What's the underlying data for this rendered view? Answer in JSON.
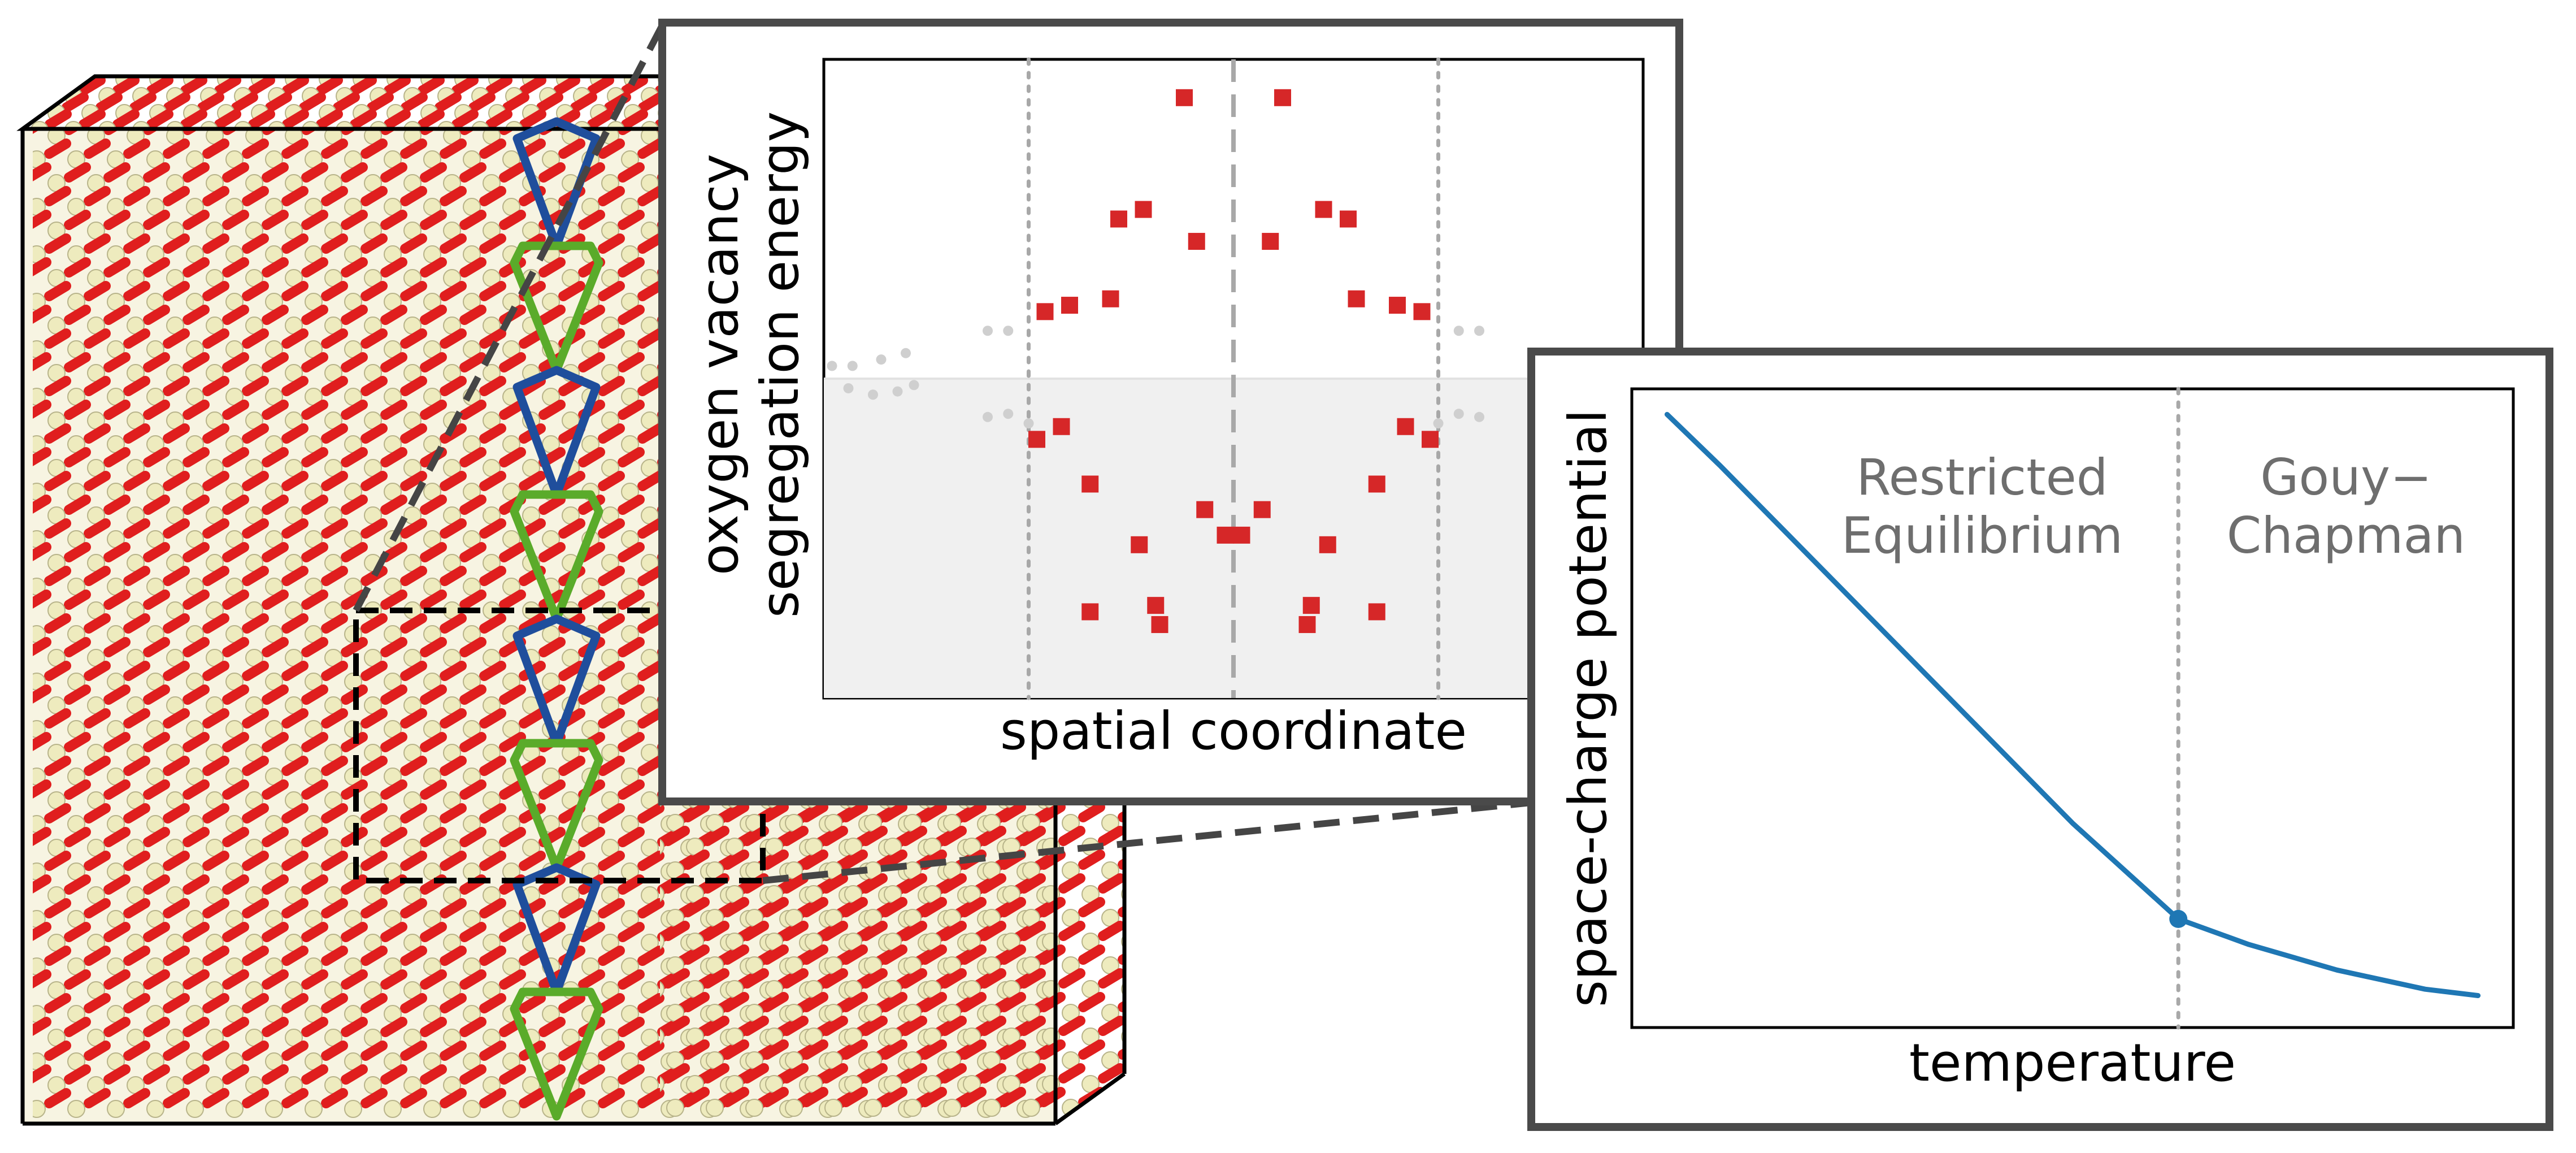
{
  "colors": {
    "oxygen": "#e01e1e",
    "cation": "#eeebbe",
    "cation_edge": "#b8b48a",
    "polyhedron_a": "#1f4e9c",
    "polyhedron_b": "#5aab2a",
    "marker": "#d62728",
    "faint_marker": "#cfcfcf",
    "line": "#1f77b4",
    "frame": "#4a4a4a",
    "region_text": "#6e6e6e",
    "shade": "#f0f0f0"
  },
  "structure": {
    "atoms": [
      "oxygen",
      "cation"
    ],
    "polyhedra": [
      "polyhedron_a",
      "polyhedron_b"
    ]
  },
  "inset_segregation": {
    "xlabel": "spatial coordinate",
    "ylabel_line1": "oxygen vacancy",
    "ylabel_line2": "segregation energy"
  },
  "inset_potential": {
    "xlabel": "temperature",
    "ylabel": "space-charge potential",
    "region_left_line1": "Restricted",
    "region_left_line2": "Equilibrium",
    "region_right_line1": "Gouy−",
    "region_right_line2": "Chapman"
  },
  "chart_data": [
    {
      "type": "scatter",
      "xlabel": "spatial coordinate",
      "ylabel": "oxygen vacancy segregation energy",
      "xlim": [
        -1.0,
        1.0
      ],
      "ylim": [
        -1.0,
        1.0
      ],
      "boundaries_dotted": [
        -0.5,
        0.5
      ],
      "centre_dashed": 0.0,
      "shaded_below": 0.0,
      "series": [
        {
          "points": [
            [
              -0.12,
              0.88
            ],
            [
              0.12,
              0.88
            ],
            [
              -0.28,
              0.5
            ],
            [
              -0.22,
              0.53
            ],
            [
              -0.09,
              0.43
            ],
            [
              0.09,
              0.43
            ],
            [
              0.22,
              0.53
            ],
            [
              0.28,
              0.5
            ],
            [
              -0.46,
              0.21
            ],
            [
              -0.4,
              0.23
            ],
            [
              -0.3,
              0.25
            ],
            [
              0.3,
              0.25
            ],
            [
              0.4,
              0.23
            ],
            [
              0.46,
              0.21
            ],
            [
              -0.48,
              -0.19
            ],
            [
              -0.42,
              -0.15
            ],
            [
              -0.35,
              -0.33
            ],
            [
              0.35,
              -0.33
            ],
            [
              0.42,
              -0.15
            ],
            [
              0.48,
              -0.19
            ],
            [
              -0.07,
              -0.41
            ],
            [
              0.07,
              -0.41
            ],
            [
              -0.23,
              -0.52
            ],
            [
              0.23,
              -0.52
            ],
            [
              -0.02,
              -0.49
            ],
            [
              0.02,
              -0.49
            ],
            [
              -0.35,
              -0.73
            ],
            [
              -0.19,
              -0.71
            ],
            [
              -0.18,
              -0.77
            ],
            [
              0.18,
              -0.77
            ],
            [
              0.19,
              -0.71
            ],
            [
              0.35,
              -0.73
            ]
          ]
        },
        {
          "points": [
            [
              -0.98,
              0.04
            ],
            [
              -0.93,
              0.04
            ],
            [
              -0.86,
              0.06
            ],
            [
              -0.8,
              0.08
            ],
            [
              -0.94,
              -0.03
            ],
            [
              -0.88,
              -0.05
            ],
            [
              -0.82,
              -0.04
            ],
            [
              -0.78,
              -0.02
            ],
            [
              -0.6,
              0.15
            ],
            [
              -0.55,
              0.15
            ],
            [
              -0.6,
              -0.12
            ],
            [
              -0.55,
              -0.11
            ],
            [
              -0.5,
              -0.14
            ],
            [
              0.6,
              0.15
            ],
            [
              0.55,
              0.15
            ],
            [
              0.6,
              -0.12
            ],
            [
              0.55,
              -0.11
            ],
            [
              0.5,
              -0.14
            ]
          ]
        }
      ]
    },
    {
      "type": "line",
      "xlabel": "temperature",
      "ylabel": "space-charge potential",
      "xlim": [
        0.0,
        1.0
      ],
      "ylim": [
        0.0,
        1.0
      ],
      "transition_x": 0.62,
      "annotations": [
        "Restricted Equilibrium",
        "Gouy−Chapman"
      ],
      "series": [
        {
          "x": [
            0.04,
            0.1,
            0.2,
            0.3,
            0.4,
            0.5,
            0.62,
            0.7,
            0.8,
            0.9,
            0.96
          ],
          "y": [
            0.96,
            0.88,
            0.74,
            0.6,
            0.46,
            0.32,
            0.17,
            0.13,
            0.09,
            0.06,
            0.05
          ]
        }
      ],
      "marker_point": [
        0.62,
        0.17
      ]
    }
  ]
}
